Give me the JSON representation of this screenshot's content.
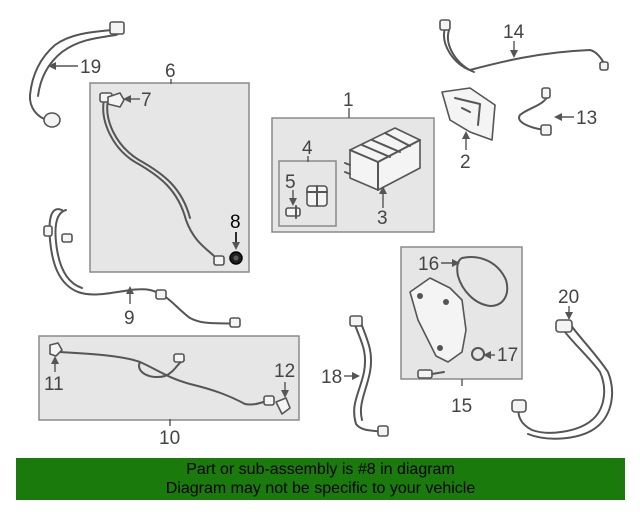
{
  "callouts": {
    "c1": "1",
    "c2": "2",
    "c3": "3",
    "c4": "4",
    "c5": "5",
    "c6": "6",
    "c7": "7",
    "c8": "8",
    "c9": "9",
    "c10": "10",
    "c11": "11",
    "c12": "12",
    "c13": "13",
    "c14": "14",
    "c15": "15",
    "c16": "16",
    "c17": "17",
    "c18": "18",
    "c19": "19",
    "c20": "20"
  },
  "highlighted_part": "8",
  "footer": {
    "line1": "Part or sub-assembly is #8 in diagram",
    "line2": "Diagram may not be specific to your vehicle"
  },
  "colors": {
    "footer_bg": "#1a7a0c",
    "box_fill": "#e6e6e6",
    "line": "#555555"
  }
}
